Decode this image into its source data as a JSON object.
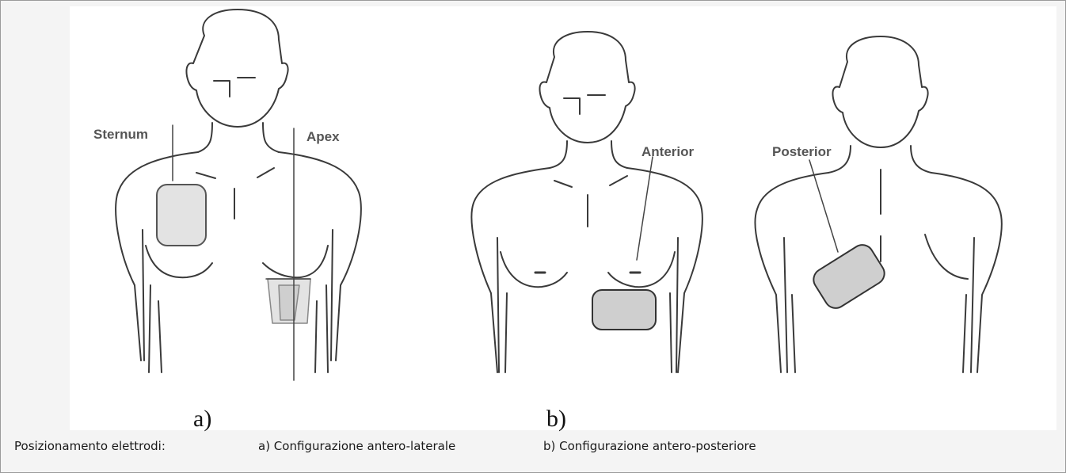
{
  "figure": {
    "labels": {
      "sternum": "Sternum",
      "apex": "Apex",
      "anterior": "Anterior",
      "posterior": "Posterior"
    },
    "panels": {
      "a": "a)",
      "b": "b)"
    }
  },
  "caption": {
    "title": "Posizionamento elettrodi:",
    "a": "a) Configurazione antero-laterale",
    "b": "b) Configurazione antero-posteriore"
  },
  "colors": {
    "outline": "#3a3a3a",
    "pad_fill": "#cfcfcf",
    "pad_fill_light": "#e3e3e3",
    "label_text": "#555555",
    "background": "#ffffff",
    "frame": "#9a9a9a"
  }
}
